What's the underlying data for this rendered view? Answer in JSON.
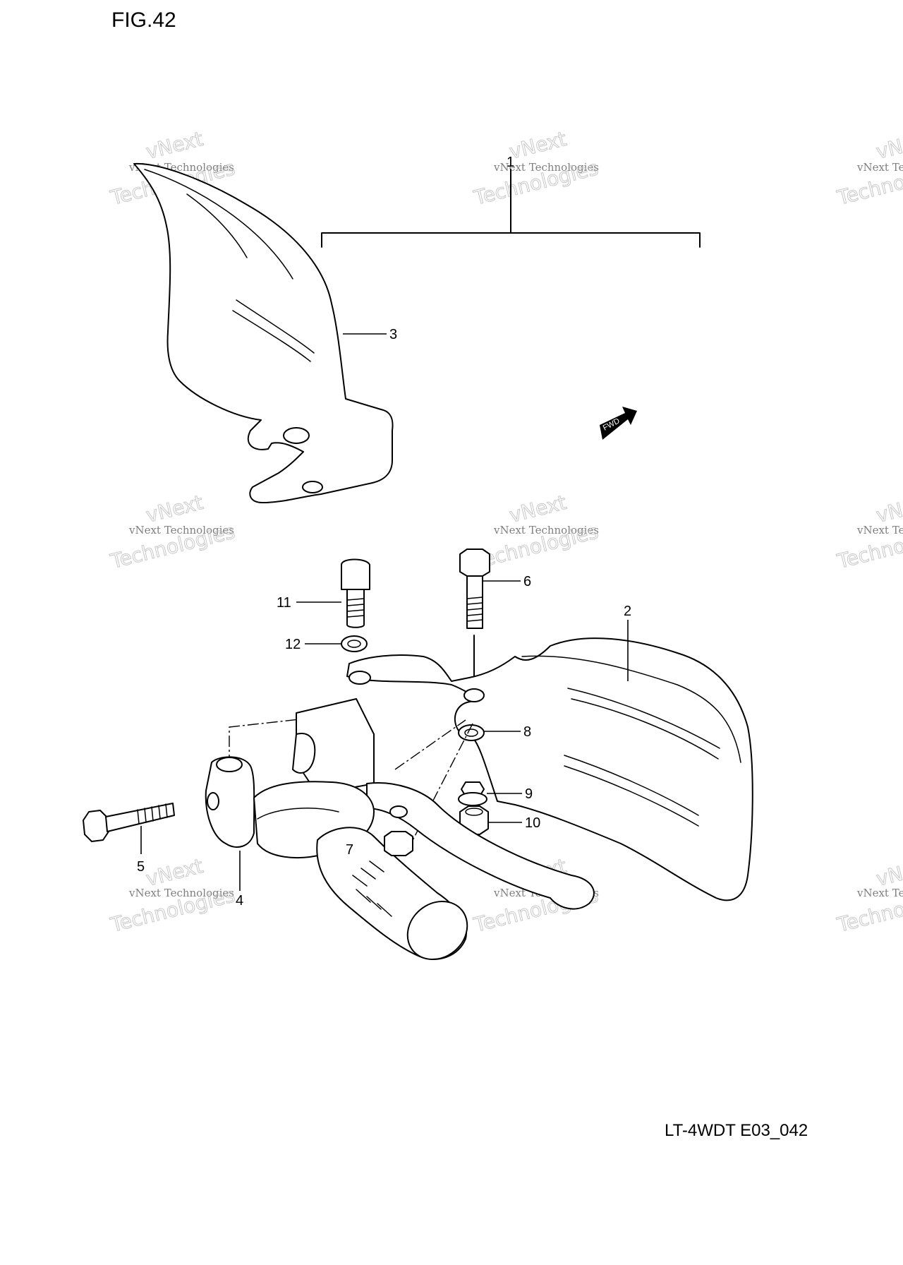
{
  "figure": {
    "title": "FIG.42",
    "code": "LT-4WDT E03_042"
  },
  "callouts": {
    "c1": "1",
    "c2": "2",
    "c3": "3",
    "c4": "4",
    "c5": "5",
    "c6": "6",
    "c7": "7",
    "c8": "8",
    "c9": "9",
    "c10": "10",
    "c11": "11",
    "c12": "12"
  },
  "fwd_arrow": {
    "label": "FWD"
  },
  "watermark": {
    "line1": "vNext Technologies",
    "line2": "vNext",
    "line3": "Technologies"
  }
}
